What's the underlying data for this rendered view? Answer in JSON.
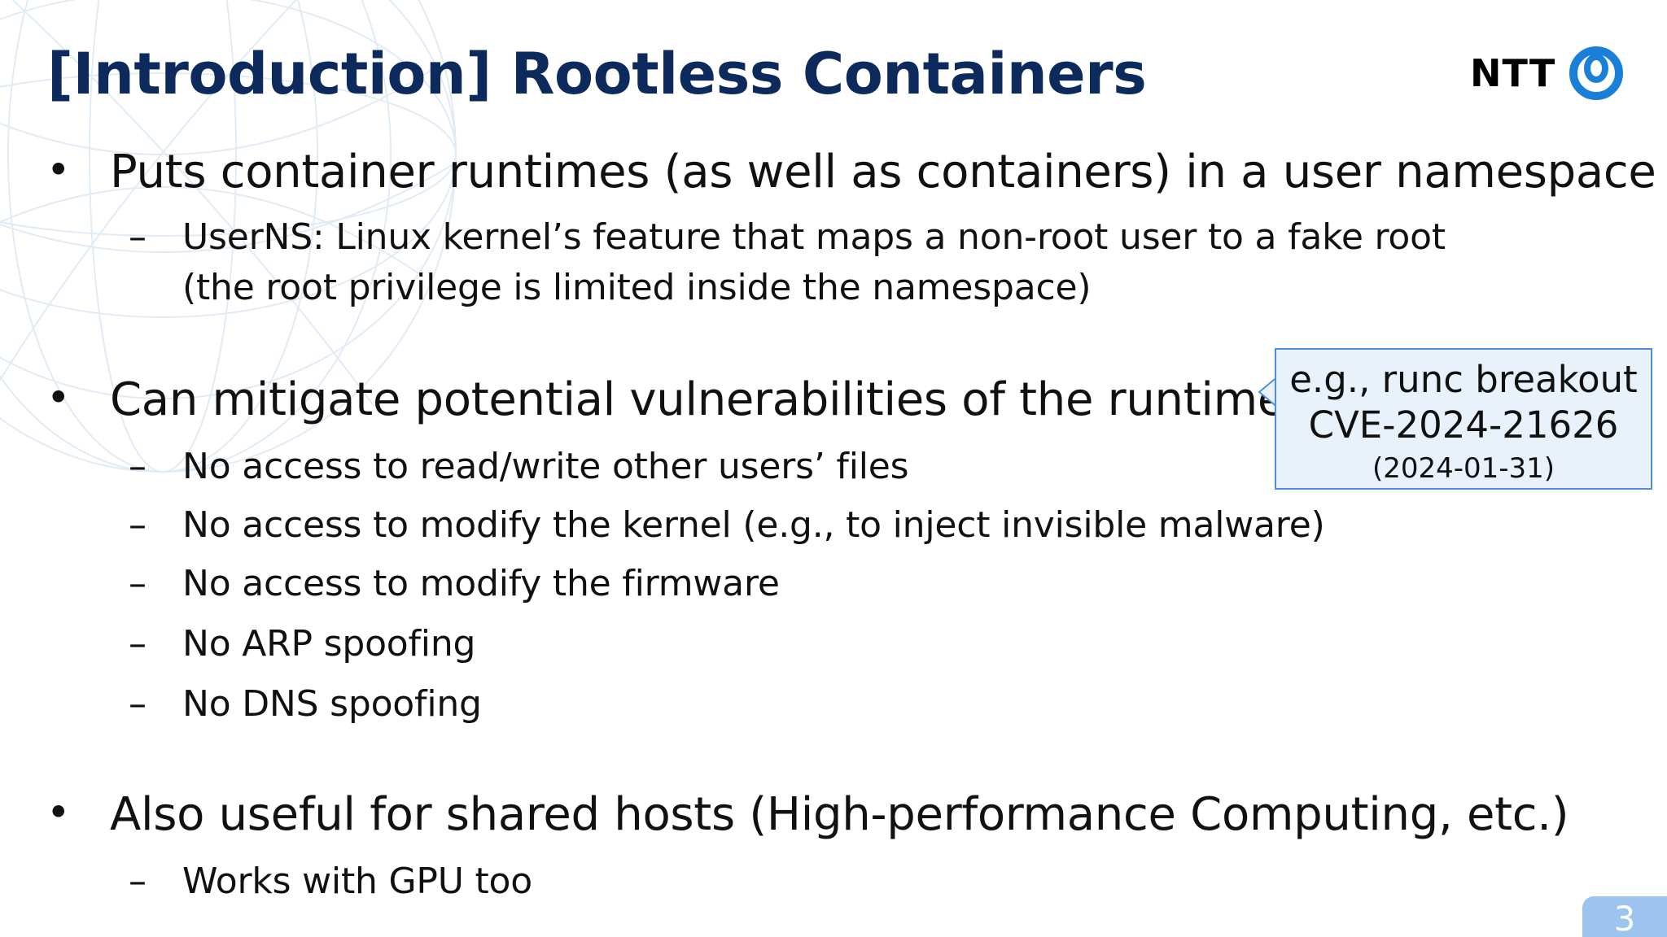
{
  "slide": {
    "title": "[Introduction] Rootless Containers",
    "logo_text": "NTT",
    "bullets": [
      {
        "marker": "•",
        "text": "Puts container runtimes (as well as containers) in a user namespace",
        "subitems": [
          {
            "marker": "–",
            "text": "UserNS: Linux kernel’s feature that maps a non-root user to a fake root"
          },
          {
            "marker": "",
            "text": "(the root privilege is limited inside the namespace)"
          }
        ]
      },
      {
        "marker": "•",
        "text": "Can mitigate potential vulnerabilities of the runtimes",
        "subitems": [
          {
            "marker": "–",
            "text": "No access to read/write other users’ files"
          },
          {
            "marker": "–",
            "text": "No access to modify the kernel (e.g., to inject invisible malware)"
          },
          {
            "marker": "–",
            "text": "No access to modify the firmware"
          },
          {
            "marker": "–",
            "text": "No ARP spoofing"
          },
          {
            "marker": "–",
            "text": "No DNS spoofing"
          }
        ]
      },
      {
        "marker": "•",
        "text": "Also useful for shared hosts (High-performance Computing, etc.)",
        "subitems": [
          {
            "marker": "–",
            "text": "Works with GPU too"
          }
        ]
      }
    ],
    "callout": {
      "line1": "e.g., runc breakout",
      "line2": "CVE-2024-21626",
      "line3": "(2024-01-31)"
    },
    "page_number": "3"
  },
  "colors": {
    "title": "#0c2a5c",
    "logo_ring": "#1a7fd6",
    "callout_bg": "#e9f1fb",
    "callout_border": "#4f8fd6",
    "page_badge": "#9dc3ef"
  },
  "icons": {
    "logo": "ntt-ring-logo-icon",
    "background": "wireframe-globe-icon"
  }
}
